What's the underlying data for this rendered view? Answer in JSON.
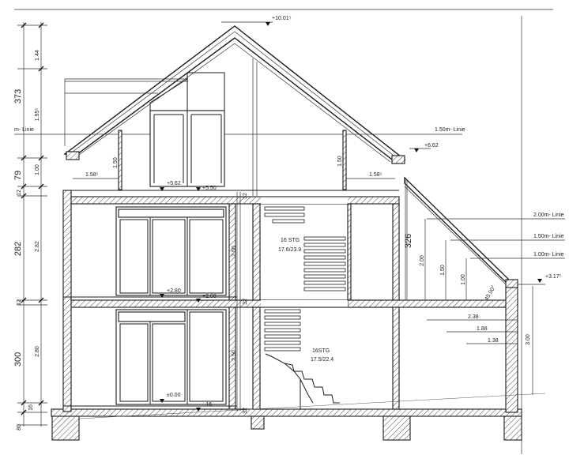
{
  "levels": {
    "ridge": "+10.01⁵",
    "eave": "+6.62",
    "attic_floor": "+5.62",
    "attic_floor_raw": "+5.50",
    "upper_floor": "+2.80",
    "upper_floor_raw": "+2.68",
    "ground_floor": "±0.00",
    "ground_floor_raw": "-.16",
    "annex": "+3.17⁵"
  },
  "left_dims": {
    "major": [
      "373",
      "79",
      "282",
      "300"
    ],
    "minor": [
      "1.44",
      "1.95⁵",
      "1.00",
      "2.82",
      "2.80"
    ],
    "slabs": [
      "12",
      "12",
      "16",
      "80"
    ]
  },
  "height_lines": {
    "left": "m- Linie",
    "right_top": "1.50m- Linie",
    "annex": [
      "2.00m- Linie",
      "1.50m- Linie",
      "1.00m- Linie"
    ]
  },
  "stairs": {
    "upper": {
      "count": "16 STG",
      "ratio": "17.6/23.9"
    },
    "lower": {
      "count": "16STG",
      "ratio": "17.5/22.4"
    }
  },
  "inner_dims": {
    "knee_left": "1.58⁵",
    "knee_right": "1.58⁵",
    "knee_height_left": "1.50",
    "knee_height_right": "1.50",
    "room_height_upper": "2.50",
    "room_height_ground": "2.50",
    "slab_upper": "32",
    "slab_ground": "32",
    "slab_base": "32",
    "attic_wall": "326",
    "annex_heights": [
      "2.00",
      "1.50",
      "1.00"
    ],
    "annex_widths": [
      "2.38",
      "1.88",
      "1.38"
    ],
    "annex_height": "3.00",
    "roof_angle": "45.00°"
  }
}
